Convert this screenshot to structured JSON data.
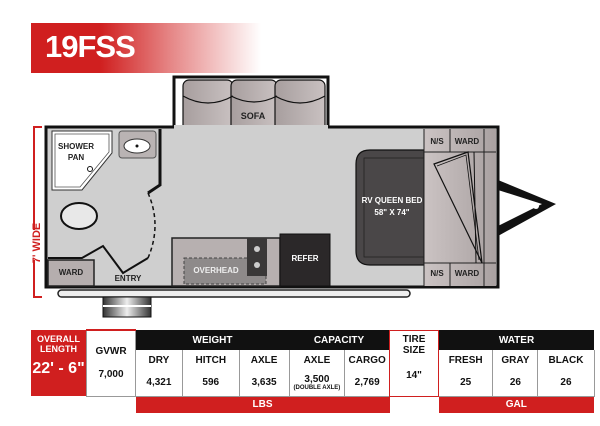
{
  "model": {
    "name": "19FSS"
  },
  "floorplan": {
    "width_label": "7' WIDE",
    "rooms": {
      "shower": [
        "SHOWER",
        "PAN"
      ],
      "sofa": "SOFA",
      "ward_rear": "WARD",
      "entry": "ENTRY",
      "overhead": "OVERHEAD",
      "refer": "REFER",
      "bed": [
        "RV QUEEN BED",
        "58\" X 74\""
      ],
      "ns_top": "N/S",
      "ward_top": "WARD",
      "ns_bottom": "N/S",
      "ward_bottom": "WARD"
    }
  },
  "specs": {
    "overall_length": {
      "label1": "OVERALL",
      "label2": "LENGTH",
      "value": "22' - 6\""
    },
    "gvwr": {
      "label": "GVWR",
      "value": "7,000"
    },
    "weight": {
      "header": "WEIGHT",
      "dry": {
        "label": "DRY",
        "value": "4,321"
      },
      "hitch": {
        "label": "HITCH",
        "value": "596"
      },
      "axle": {
        "label": "AXLE",
        "value": "3,635"
      }
    },
    "capacity": {
      "header": "CAPACITY",
      "axle": {
        "label": "AXLE",
        "value": "3,500",
        "note": "(DOUBLE AXLE)"
      },
      "cargo": {
        "label": "CARGO",
        "value": "2,769"
      }
    },
    "tire": {
      "label1": "TIRE",
      "label2": "SIZE",
      "value": "14\""
    },
    "water": {
      "header": "WATER",
      "fresh": {
        "label": "FRESH",
        "value": "25"
      },
      "gray": {
        "label": "GRAY",
        "value": "26"
      },
      "black": {
        "label": "BLACK",
        "value": "26"
      }
    },
    "units": {
      "lbs": "LBS",
      "gal": "GAL"
    }
  },
  "colors": {
    "accent": "#d01f1f",
    "floor": "#cfcfcf",
    "furniture": "#b5aeae",
    "dark": "#2b2829"
  }
}
